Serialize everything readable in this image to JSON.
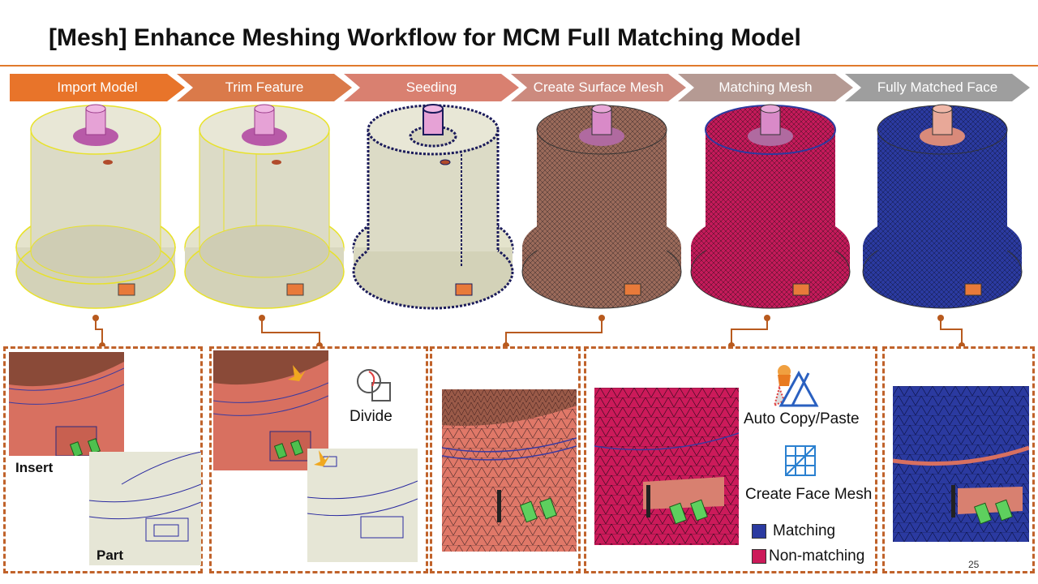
{
  "title": "[Mesh] Enhance Meshing Workflow for MCM Full Matching Model",
  "workflow": {
    "steps": [
      {
        "label": "Import Model",
        "color": "#e8742a"
      },
      {
        "label": "Trim Feature",
        "color": "#da7a4a"
      },
      {
        "label": "Seeding",
        "color": "#d98070"
      },
      {
        "label": "Create Surface Mesh",
        "color": "#cc8a7e"
      },
      {
        "label": "Matching Mesh",
        "color": "#b59a93"
      },
      {
        "label": "Fully Matched Face",
        "color": "#9e9e9e"
      }
    ]
  },
  "panels": {
    "import": {
      "insert_label": "Insert",
      "part_label": "Part"
    },
    "trim": {
      "divide_label": "Divide"
    },
    "matching": {
      "copy_label": "Auto Copy/Paste",
      "face_mesh_label": "Create Face Mesh"
    }
  },
  "legend": {
    "matching_label": "Matching",
    "nonmatching_label": "Non-matching",
    "matching_color": "#2b3aa0",
    "nonmatching_color": "#cc1a5a"
  },
  "page_number": "25"
}
